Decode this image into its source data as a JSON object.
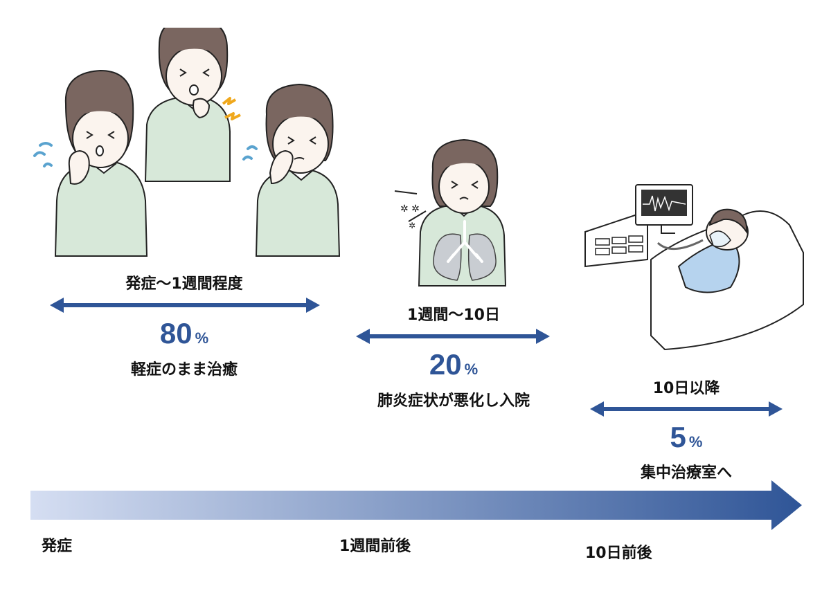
{
  "stages": [
    {
      "period": "発症〜1週間程度",
      "percent": "80",
      "unit": "%",
      "outcome": "軽症のまま治癒"
    },
    {
      "period": "1週間〜10日",
      "percent": "20",
      "unit": "%",
      "outcome": "肺炎症状が悪化し入院"
    },
    {
      "period": "10日以降",
      "percent": "5",
      "unit": "%",
      "outcome": "集中治療室へ"
    }
  ],
  "timeline": {
    "start": "発症",
    "mid": "1週間前後",
    "end": "10日前後"
  },
  "colors": {
    "accent": "#2f5597",
    "gradient_start": "#d5def2",
    "gradient_end": "#2f5597",
    "sweater": "#d7e8d9",
    "hair": "#7a6660",
    "skin": "#fbf4ee"
  }
}
